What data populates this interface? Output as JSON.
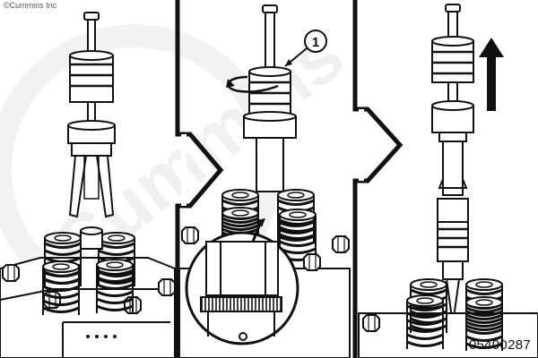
{
  "copyright": "©Cummins Inc",
  "figure_id": "05400287",
  "callout": {
    "number": "1"
  },
  "watermark": "Cummins"
}
